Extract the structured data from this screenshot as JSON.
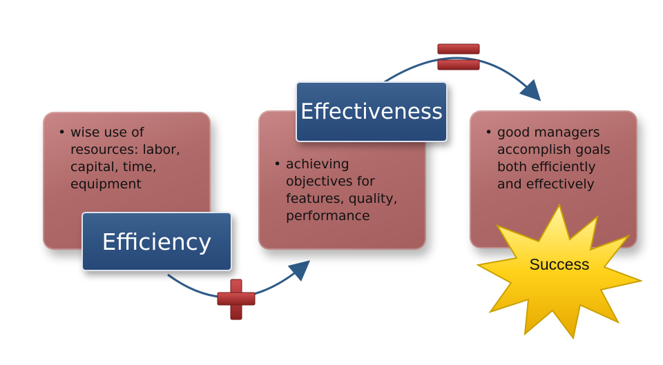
{
  "diagram": {
    "efficiency": {
      "label": "Efficiency",
      "bullet": "wise use of resources: labor, capital, time, equipment",
      "bullet_lines": [
        "wise use of",
        "resources: labor,",
        "capital, time,",
        "equipment"
      ]
    },
    "effectiveness": {
      "label": "Effectiveness",
      "bullet": "achieving objectives for features, quality, performance",
      "bullet_lines": [
        "achieving",
        "objectives for",
        "features, quality,",
        "performance"
      ]
    },
    "success": {
      "label": "Success",
      "bullet": "good managers accomplish goals both efficiently and effectively",
      "bullet_lines": [
        "good managers",
        "accomplish goals",
        "both efficiently",
        "and effectively"
      ]
    },
    "operators": {
      "plus": "plus-sign",
      "equals": "equals-sign"
    },
    "colors": {
      "box": "#b06a6a",
      "label": "#2f5382",
      "operator": "#a83232",
      "arrow": "#2e5a87",
      "star": "#f7c600"
    }
  }
}
